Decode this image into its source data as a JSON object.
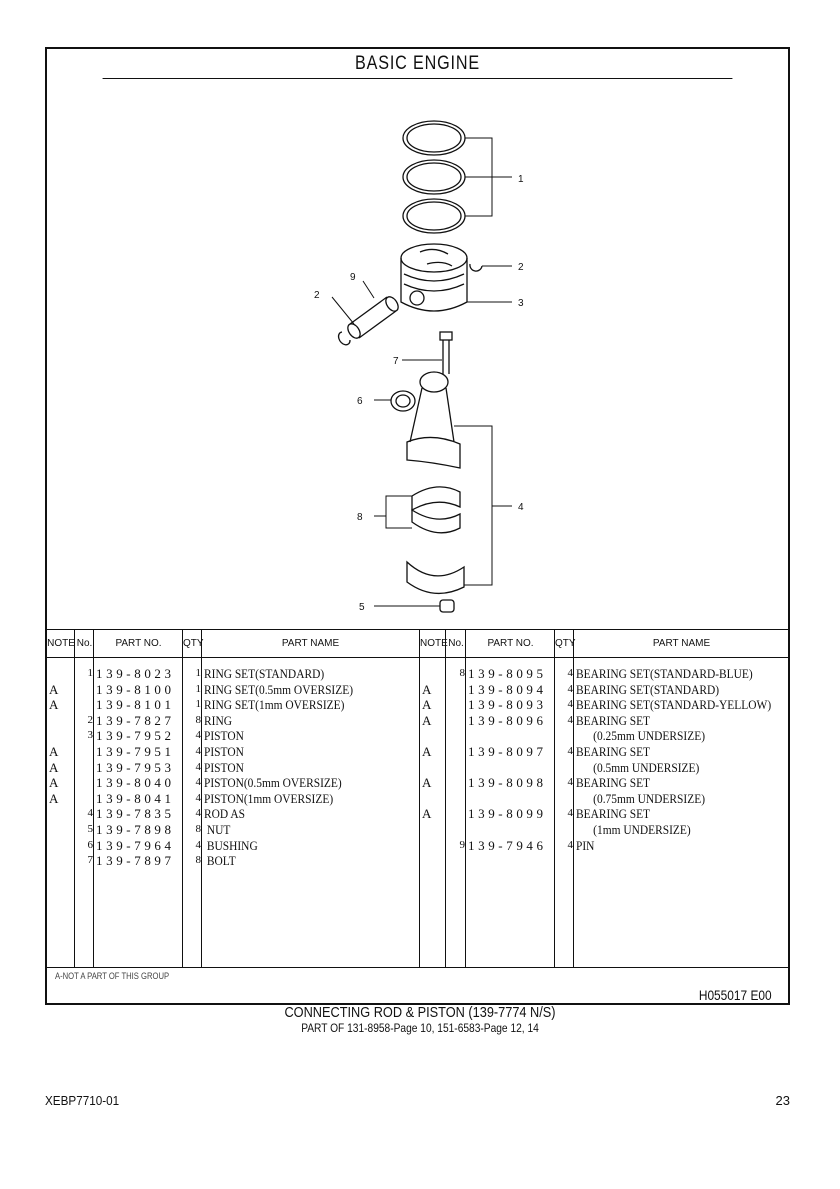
{
  "title": "BASIC ENGINE",
  "callouts": {
    "c1": "1",
    "c2a": "2",
    "c3": "3",
    "c9": "9",
    "c2b": "2",
    "c7": "7",
    "c6": "6",
    "c4": "4",
    "c8": "8",
    "c5": "5"
  },
  "headers": {
    "note": "NOTE",
    "no": "No.",
    "part_no": "PART NO.",
    "qty": "QTY",
    "part_name": "PART NAME"
  },
  "left_rows": [
    {
      "note": "",
      "no": "1",
      "part_no": "139-8023",
      "qty": "1",
      "name": "RING SET(STANDARD)"
    },
    {
      "note": "A",
      "no": "",
      "part_no": "139-8100",
      "qty": "1",
      "name": "RING SET(0.5mm OVERSIZE)"
    },
    {
      "note": "A",
      "no": "",
      "part_no": "139-8101",
      "qty": "1",
      "name": "RING SET(1mm OVERSIZE)"
    },
    {
      "note": "",
      "no": "2",
      "part_no": "139-7827",
      "qty": "8",
      "name": "RING"
    },
    {
      "note": "",
      "no": "3",
      "part_no": "139-7952",
      "qty": "4",
      "name": "PISTON"
    },
    {
      "note": "A",
      "no": "",
      "part_no": "139-7951",
      "qty": "4",
      "name": "PISTON"
    },
    {
      "note": "A",
      "no": "",
      "part_no": "139-7953",
      "qty": "4",
      "name": "PISTON"
    },
    {
      "note": "A",
      "no": "",
      "part_no": "139-8040",
      "qty": "4",
      "name": "PISTON(0.5mm OVERSIZE)"
    },
    {
      "note": "A",
      "no": "",
      "part_no": "139-8041",
      "qty": "4",
      "name": "PISTON(1mm OVERSIZE)"
    },
    {
      "note": "",
      "no": "4",
      "part_no": "139-7835",
      "qty": "4",
      "name": "ROD AS"
    },
    {
      "note": "",
      "no": "5",
      "part_no": "139-7898",
      "qty": "8",
      "name": " NUT"
    },
    {
      "note": "",
      "no": "6",
      "part_no": "139-7964",
      "qty": "4",
      "name": " BUSHING"
    },
    {
      "note": "",
      "no": "7",
      "part_no": "139-7897",
      "qty": "8",
      "name": " BOLT"
    }
  ],
  "right_rows": [
    {
      "note": "",
      "no": "8",
      "part_no": "139-8095",
      "qty": "4",
      "name": "BEARING SET(STANDARD-BLUE)"
    },
    {
      "note": "A",
      "no": "",
      "part_no": "139-8094",
      "qty": "4",
      "name": "BEARING SET(STANDARD)"
    },
    {
      "note": "A",
      "no": "",
      "part_no": "139-8093",
      "qty": "4",
      "name": "BEARING SET(STANDARD-YELLOW)"
    },
    {
      "note": "A",
      "no": "",
      "part_no": "139-8096",
      "qty": "4",
      "name": "BEARING SET"
    },
    {
      "note": "",
      "no": "",
      "part_no": "",
      "qty": "",
      "name": "      (0.25mm UNDERSIZE)"
    },
    {
      "note": "A",
      "no": "",
      "part_no": "139-8097",
      "qty": "4",
      "name": "BEARING SET"
    },
    {
      "note": "",
      "no": "",
      "part_no": "",
      "qty": "",
      "name": "      (0.5mm UNDERSIZE)"
    },
    {
      "note": "A",
      "no": "",
      "part_no": "139-8098",
      "qty": "4",
      "name": "BEARING SET"
    },
    {
      "note": "",
      "no": "",
      "part_no": "",
      "qty": "",
      "name": "      (0.75mm UNDERSIZE)"
    },
    {
      "note": "A",
      "no": "",
      "part_no": "139-8099",
      "qty": "4",
      "name": "BEARING SET"
    },
    {
      "note": "",
      "no": "",
      "part_no": "",
      "qty": "",
      "name": "      (1mm UNDERSIZE)"
    },
    {
      "note": "",
      "no": "9",
      "part_no": "139-7946",
      "qty": "4",
      "name": "PIN"
    }
  ],
  "footnote": "A-NOT A PART OF THIS GROUP",
  "drawing_code": "H055017  E00",
  "caption": "CONNECTING ROD & PISTON (139-7774 N/S)",
  "subcaption": "PART OF 131-8958-Page 10, 151-6583-Page 12, 14",
  "doc_id": "XEBP7710-01",
  "page": "23"
}
